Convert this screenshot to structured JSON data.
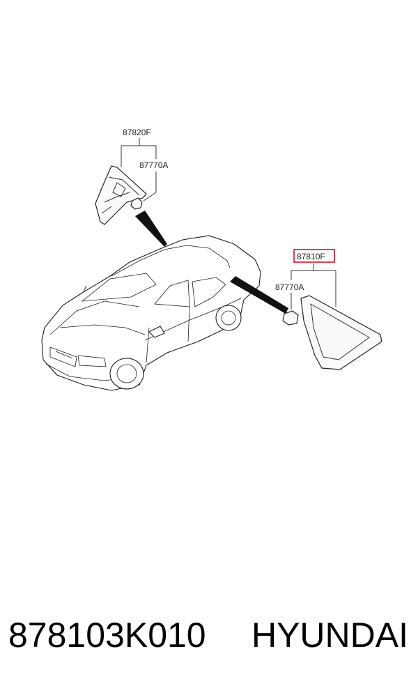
{
  "callouts": {
    "part_87820F": "87820F",
    "clip_upper": "87770A",
    "part_87810F": "87810F",
    "clip_lower": "87770A"
  },
  "colors": {
    "highlight": "#d0141e",
    "line": "#333333"
  },
  "footer": {
    "part_number": "878103K010",
    "brand": "HYUNDAI"
  }
}
